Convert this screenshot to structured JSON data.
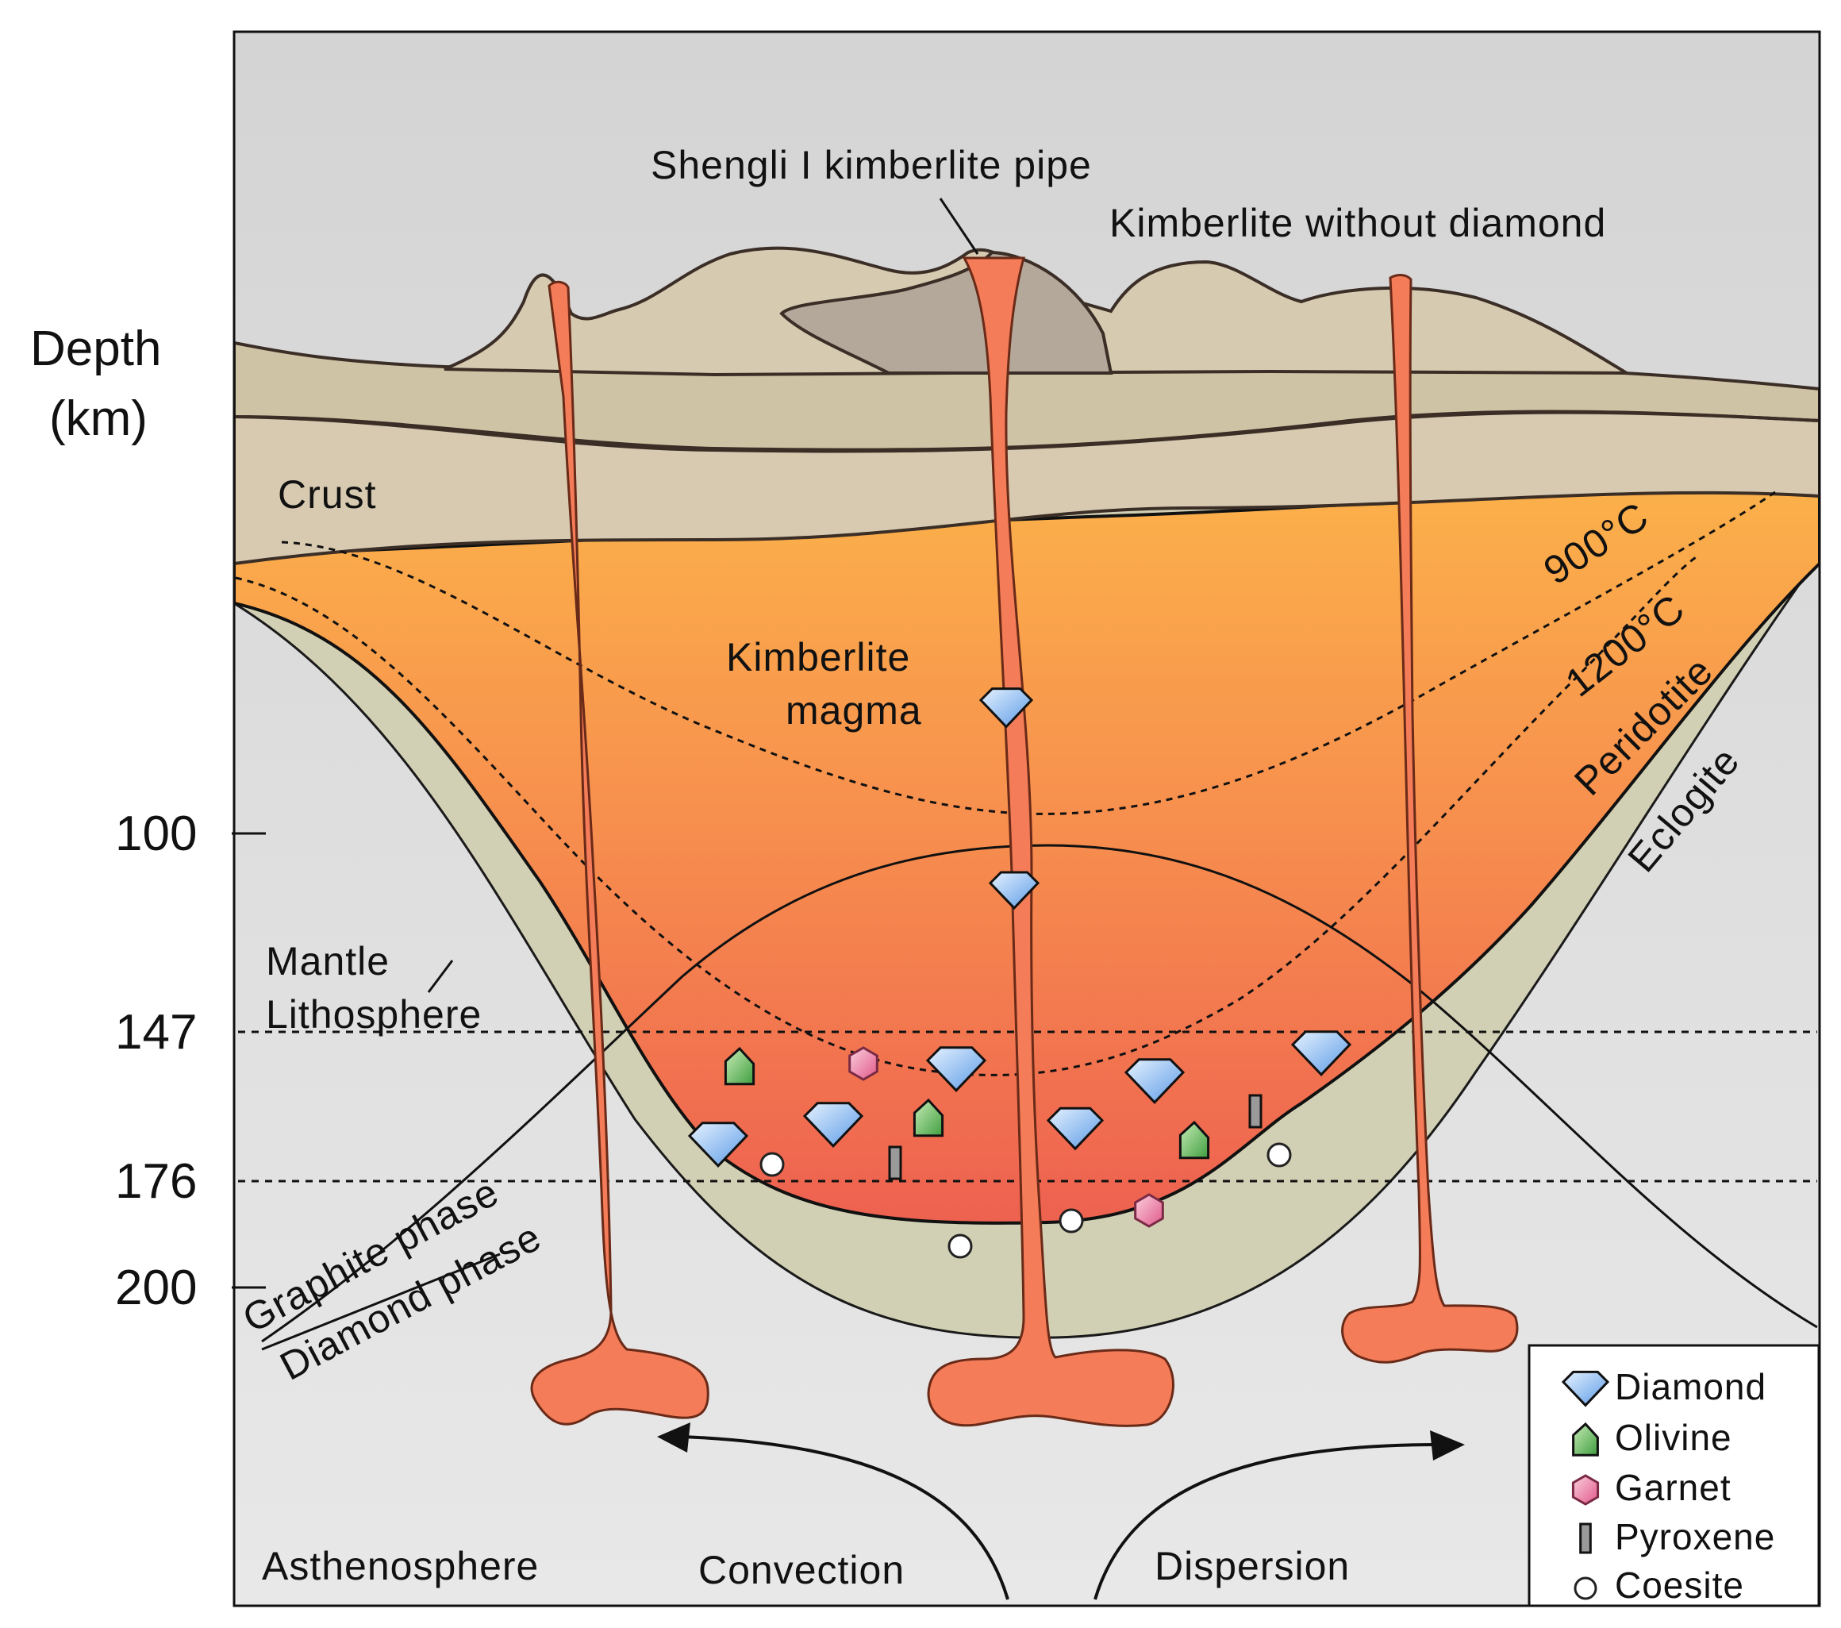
{
  "axis": {
    "title_line1": "Depth",
    "title_line2": "(km)",
    "ticks": [
      "100",
      "147",
      "176",
      "200"
    ]
  },
  "labels": {
    "pipe": "Shengli I kimberlite pipe",
    "no_diamond": "Kimberlite without diamond",
    "crust": "Crust",
    "magma_line1": "Kimberlite",
    "magma_line2": "magma",
    "t900": "900°C",
    "t1200": "1200°C",
    "peridotite": "Peridotite",
    "eclogite": "Eclogite",
    "mantle_line1": "Mantle",
    "mantle_line2": "Lithosphere",
    "graphite": "Graphite phase",
    "diamond_phase": "Diamond phase",
    "asthenosphere": "Asthenosphere",
    "convection": "Convection",
    "dispersion": "Dispersion"
  },
  "legend": {
    "items": [
      {
        "label": "Diamond",
        "icon": "diamond-icon"
      },
      {
        "label": "Olivine",
        "icon": "olivine-icon"
      },
      {
        "label": "Garnet",
        "icon": "garnet-icon"
      },
      {
        "label": "Pyroxene",
        "icon": "pyroxene-icon"
      },
      {
        "label": "Coesite",
        "icon": "coesite-icon"
      }
    ]
  },
  "colors": {
    "diamond": "#7fb8ee",
    "olivine": "#5cb85c",
    "garnet": "#e87aa0",
    "pyroxene": "#8a8a8a",
    "coesite": "#ffffff",
    "magma": "#f47c58",
    "crust": "#d8ccb0",
    "eclogite": "#d2d0b4",
    "asthenosphere": "#dedede"
  }
}
